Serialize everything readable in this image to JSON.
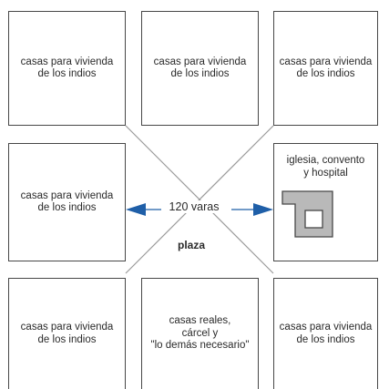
{
  "blocks": {
    "top_left": "casas para vivienda\nde los indios",
    "top_center": "casas para vivienda\nde los indios",
    "top_right": "casas para vivienda\nde los indios",
    "middle_left": "casas para vivienda\nde los indios",
    "middle_right": "iglesia, convento\ny hospital",
    "bottom_left": "casas para vivienda\nde los indios",
    "bottom_center": "casas reales,\ncárcel y\n\"lo demás necesario\"",
    "bottom_right": "casas para vivienda\nde los indios"
  },
  "center": {
    "distance": "120 varas",
    "square": "plaza"
  },
  "colors": {
    "arrow": "#1f5fa8",
    "diagonal": "#9a9a9a",
    "border": "#474747",
    "church_fill": "#b9b9b9"
  }
}
